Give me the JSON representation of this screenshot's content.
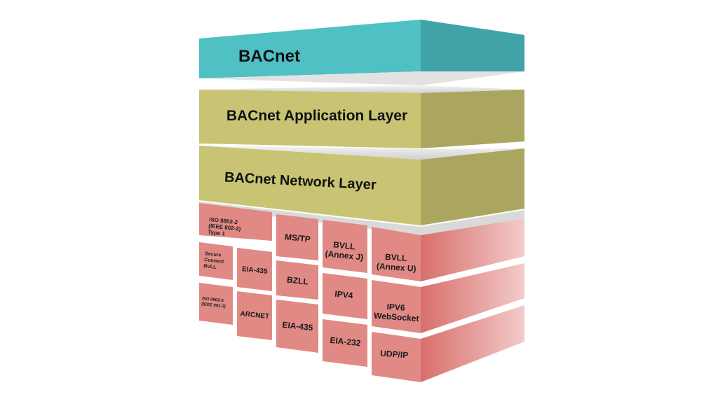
{
  "colors": {
    "background": "#ffffff",
    "bacnet_front": "#4fc0c4",
    "bacnet_side": "#3fa3a8",
    "layer_front": "#c9c474",
    "layer_side": "#aaa660",
    "cell_front": "#e08985",
    "cell_side_dark": "#d26f6c",
    "cell_side_light": "#f0c4c2",
    "separator": "#e6e6e6",
    "text": "#111111"
  },
  "layers": [
    {
      "id": "bacnet",
      "label": "BACnet"
    },
    {
      "id": "application",
      "label": "BACnet Application Layer"
    },
    {
      "id": "network",
      "label": "BACnet Network Layer"
    }
  ],
  "cells": {
    "iso_8802_type1": [
      "ISO 8802-2",
      "(IEEE 802-2)",
      "Type 1"
    ],
    "ms_tp": [
      "MS/TP"
    ],
    "bvll_annex_j": [
      "BVLL",
      "(Annex J)"
    ],
    "bvll_annex_u": [
      "BVLL",
      "(Annex U)"
    ],
    "secure_connect": [
      "Secure",
      "Connect",
      "BVLL"
    ],
    "eia_435_a": [
      "EIA-435"
    ],
    "bzll": [
      "BZLL"
    ],
    "ipv4": [
      "IPV4"
    ],
    "ipv6_websocket": [
      "IPV6",
      "WebSocket"
    ],
    "iso_8802_3": [
      "ISO 8802-3",
      "(IEEE 802-3)"
    ],
    "arcnet": [
      "ARCNET"
    ],
    "eia_435_b": [
      "EIA-435"
    ],
    "eia_232": [
      "EIA-232"
    ],
    "udp_ip": [
      "UDP/IP"
    ]
  }
}
